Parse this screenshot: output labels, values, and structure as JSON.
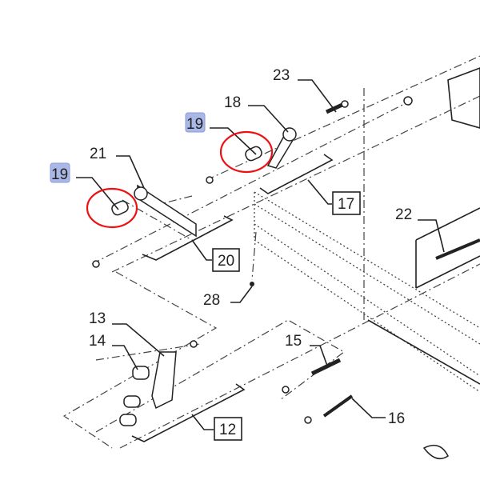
{
  "callouts": {
    "c23": "23",
    "c18": "18",
    "c19a": "19",
    "c19b": "19",
    "c21": "21",
    "c17": "17",
    "c22": "22",
    "c20": "20",
    "c28": "28",
    "c13": "13",
    "c14": "14",
    "c15": "15",
    "c16": "16",
    "c12": "12"
  },
  "colors": {
    "highlight": "#aab8e8",
    "circle": "#e11111"
  }
}
